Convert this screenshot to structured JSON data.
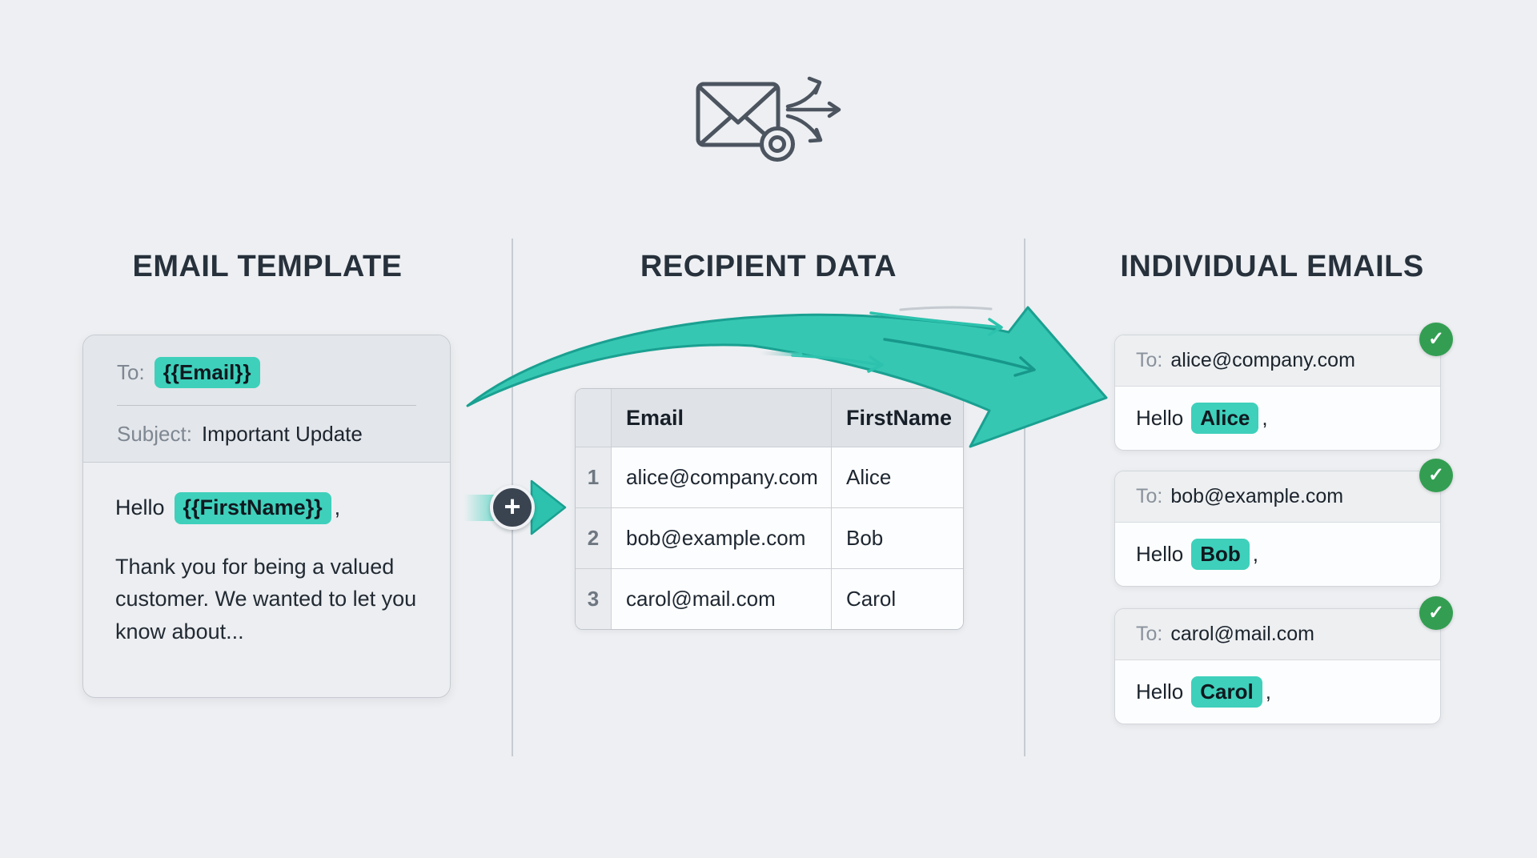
{
  "page": {
    "background": "#edeff2",
    "accent_teal": "#3ed0bb",
    "accent_teal_dark": "#1aa091",
    "ink": "#27313c",
    "success_green": "#339e52"
  },
  "icons": {
    "plus": "+",
    "check": "✓",
    "hero": "envelope-with-gear-and-fanout-arrows"
  },
  "sections": {
    "template": {
      "title": "EMAIL TEMPLATE",
      "card": {
        "to_label": "To:",
        "to_token": "{{Email}}",
        "subject_label": "Subject:",
        "subject_value": "Important Update",
        "greeting": "Hello",
        "greeting_token": "{{FirstName}}",
        "comma": ",",
        "body": "Thank you for being a valued customer. We wanted to let you know about..."
      }
    },
    "recipients": {
      "title": "RECIPIENT DATA",
      "table": {
        "headers": {
          "email": "Email",
          "first_name": "FirstName"
        },
        "rows": [
          {
            "num": "1",
            "email": "alice@company.com",
            "first_name": "Alice"
          },
          {
            "num": "2",
            "email": "bob@example.com",
            "first_name": "Bob"
          },
          {
            "num": "3",
            "email": "carol@mail.com",
            "first_name": "Carol"
          }
        ]
      }
    },
    "individual": {
      "title": "INDIVIDUAL EMAILS",
      "emails": [
        {
          "to_label": "To:",
          "to_value": "alice@company.com",
          "greeting": "Hello",
          "name": "Alice",
          "comma": ","
        },
        {
          "to_label": "To:",
          "to_value": "bob@example.com",
          "greeting": "Hello",
          "name": "Bob",
          "comma": ","
        },
        {
          "to_label": "To:",
          "to_value": "carol@mail.com",
          "greeting": "Hello",
          "name": "Carol",
          "comma": ","
        }
      ]
    }
  }
}
